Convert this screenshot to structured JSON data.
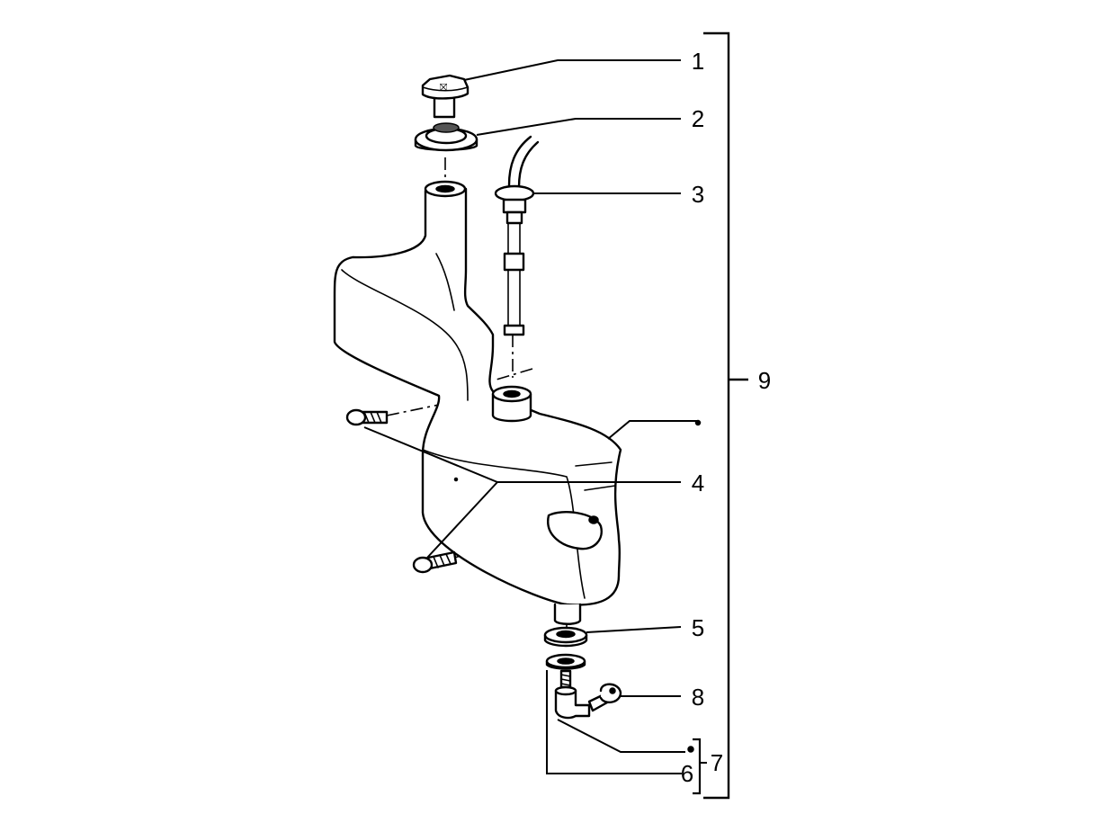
{
  "diagram": {
    "callouts": {
      "c1": "1",
      "c2": "2",
      "c3": "3",
      "c4": "4",
      "c5": "5",
      "c6": "6",
      "c7": "7",
      "c8": "8",
      "c9": "9"
    },
    "cap_marking": "⛝"
  }
}
